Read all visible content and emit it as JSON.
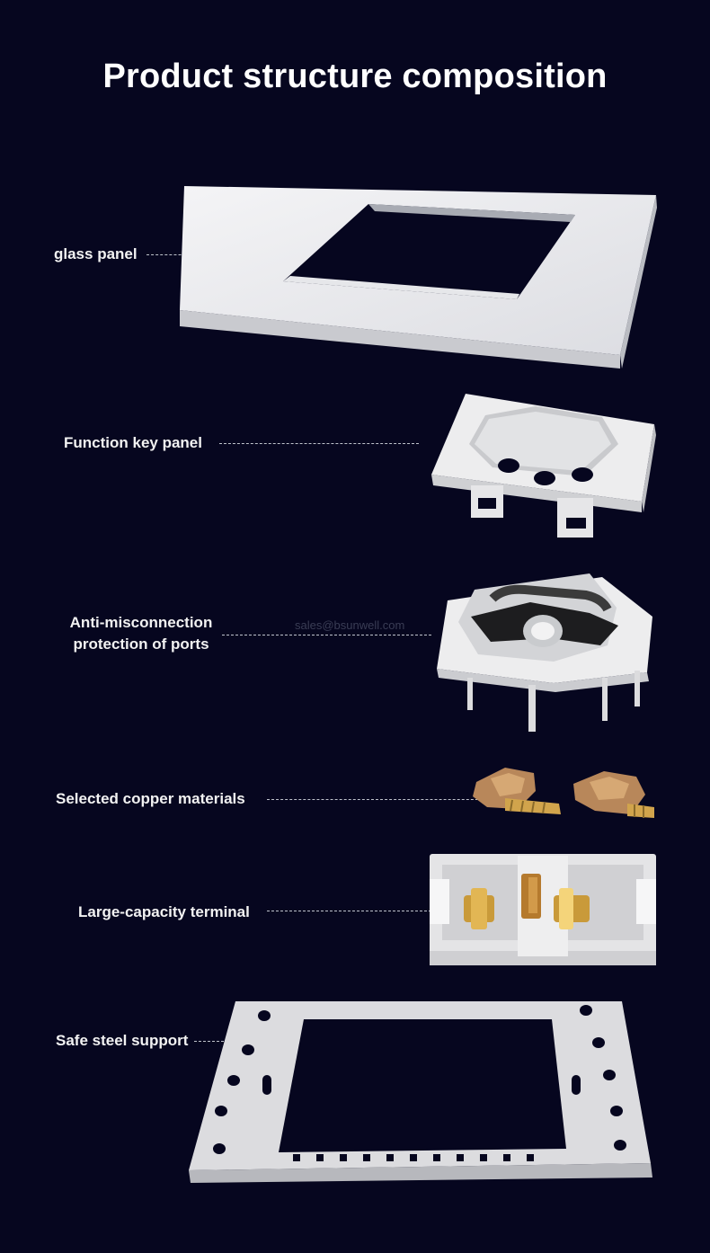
{
  "page": {
    "title": "Product structure composition",
    "watermark": "sales@bsunwell.com",
    "background_color": "#06061f"
  },
  "components": [
    {
      "label": "glass panel",
      "image_icon": "glass-panel-image"
    },
    {
      "label": "Function key panel",
      "image_icon": "function-key-panel-image"
    },
    {
      "label_line1": "Anti-misconnection",
      "label_line2": "protection of ports",
      "image_icon": "port-protection-shutter-image"
    },
    {
      "label": "Selected copper materials",
      "image_icon": "copper-contacts-image"
    },
    {
      "label": "Large-capacity terminal",
      "image_icon": "terminal-block-image"
    },
    {
      "label": "Safe steel support",
      "image_icon": "steel-frame-image"
    }
  ]
}
